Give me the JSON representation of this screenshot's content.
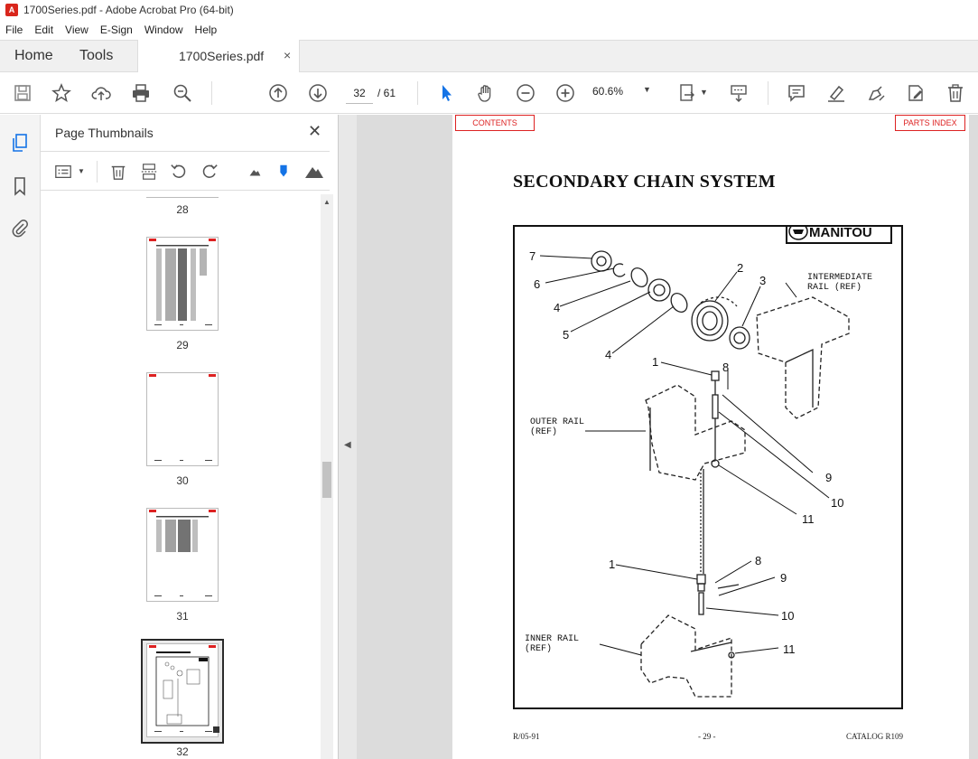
{
  "window": {
    "title": "1700Series.pdf - Adobe Acrobat Pro (64-bit)"
  },
  "menu": [
    "File",
    "Edit",
    "View",
    "E-Sign",
    "Window",
    "Help"
  ],
  "tabs": {
    "home": "Home",
    "tools": "Tools",
    "document": "1700Series.pdf",
    "close": "×"
  },
  "toolbar": {
    "current_page": "32",
    "total_pages": "/ 61",
    "zoom": "60.6%"
  },
  "panel": {
    "title": "Page Thumbnails",
    "close": "✕",
    "thumbnails": [
      {
        "num": "28"
      },
      {
        "num": "29"
      },
      {
        "num": "30"
      },
      {
        "num": "31"
      },
      {
        "num": "32",
        "selected": true
      }
    ]
  },
  "page": {
    "contents_link": "CONTENTS",
    "parts_index_link": "PARTS INDEX",
    "heading": "SECONDARY CHAIN SYSTEM",
    "brand": "MANITOU",
    "footer_left": "R/05-91",
    "footer_center": "- 29 -",
    "footer_right": "CATALOG R109",
    "labels": {
      "intermediate_rail": "INTERMEDIATE",
      "intermediate_rail_2": "RAIL (REF)",
      "outer_rail": "OUTER RAIL",
      "outer_rail_2": "(REF)",
      "inner_rail": "INNER RAIL",
      "inner_rail_2": "(REF)"
    },
    "callouts": [
      "7",
      "6",
      "4",
      "5",
      "4",
      "2",
      "3",
      "1",
      "8",
      "9",
      "10",
      "11",
      "1",
      "8",
      "9",
      "10",
      "11"
    ]
  },
  "colors": {
    "accent_red": "#d22222",
    "acrobat_red": "#d9261c",
    "select_blue": "#1473e6"
  }
}
